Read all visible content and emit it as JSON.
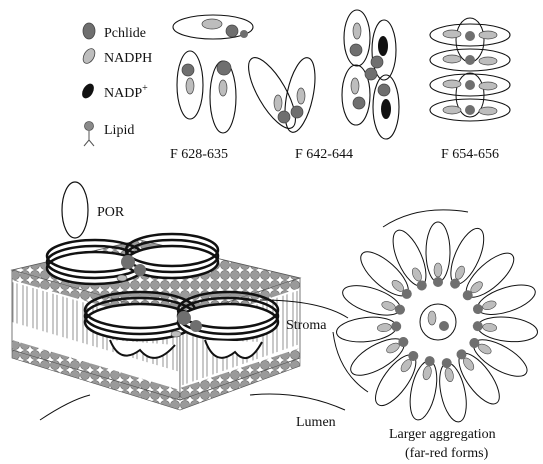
{
  "legend": {
    "pchlide": "Pchlide",
    "nadph": "NADPH",
    "nadp": "NADP",
    "nadp_sup": "+",
    "lipid": "Lipid",
    "por": "POR"
  },
  "forms": {
    "f1": "F 628-635",
    "f2": "F 642-644",
    "f3": "F 654-656"
  },
  "membrane": {
    "stroma": "Stroma",
    "lumen": "Lumen"
  },
  "aggregation": {
    "line1": "Larger aggregation",
    "line2": "(far-red forms)"
  },
  "colors": {
    "pchlide": "#6f6f6f",
    "nadph": "#bdbdbd",
    "nadp": "#111111",
    "lipid_head": "#8a8a8a",
    "outline": "#111111"
  }
}
